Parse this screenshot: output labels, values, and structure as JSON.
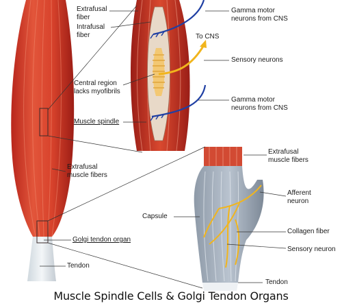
{
  "diagram": {
    "labels": {
      "extrafusal_fiber": "Extrafusal\nfiber",
      "intrafusal_fiber": "Intrafusal\nfiber",
      "central_region": "Central region\nlacks myofibrils",
      "muscle_spindle": "Muscle spindle",
      "extrafusal_muscle_fibers_left": "Extrafusal\nmuscle fibers",
      "golgi_tendon_organ": "Golgi  tendon organ",
      "tendon_left": "Tendon",
      "gamma_motor_top": "Gamma motor\nneurons from CNS",
      "to_cns": "To CNS",
      "sensory_neurons": "Sensory neurons",
      "gamma_motor_bottom": "Gamma motor\nneurons from CNS",
      "extrafusal_muscle_fibers_right": "Extrafusal\nmuscle fibers",
      "capsule": "Capsule",
      "afferent_neuron": "Afferent\nneuron",
      "collagen_fiber": "Collagen fiber",
      "sensory_neuron": "Sensory neuron",
      "tendon_right": "Tendon"
    },
    "caption": "Muscle Spindle Cells & Golgi Tendon Organs"
  }
}
